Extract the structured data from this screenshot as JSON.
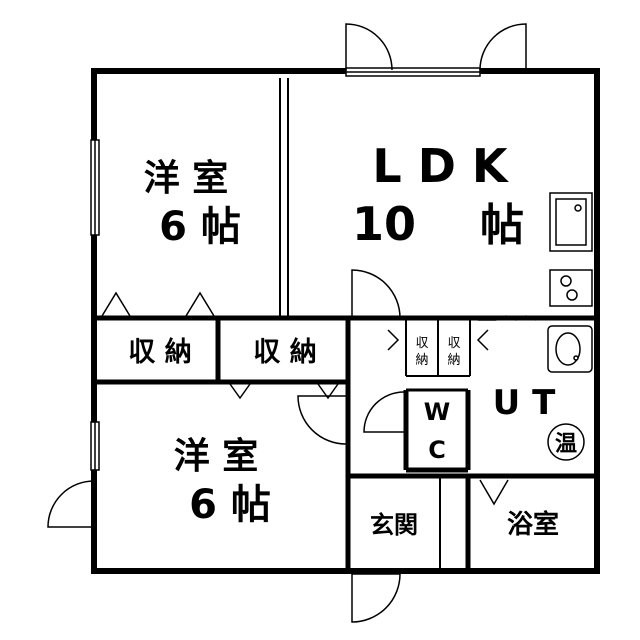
{
  "rooms": {
    "western_top": {
      "line1": "洋 室",
      "line2": "6 帖"
    },
    "ldk": {
      "line1": "L D K",
      "line2_num": "10",
      "line2_unit": "帖"
    },
    "western_bottom": {
      "line1": "洋 室",
      "line2": "6 帖"
    },
    "storage_left": "収 納",
    "storage_mid": "収 納",
    "storage_small_1": [
      "収",
      "納"
    ],
    "storage_small_2": [
      "収",
      "納"
    ],
    "wc": {
      "top": "W",
      "bottom": "C"
    },
    "ut": "U T",
    "water_heater": "温",
    "entrance": "玄関",
    "bathroom": "浴室"
  },
  "icons": [
    "door-swing-icon",
    "sink-icon",
    "stove-icon",
    "washbasin-icon",
    "water-heater-icon",
    "window-icon"
  ],
  "colors": {
    "wall": "#000000",
    "background": "#ffffff"
  }
}
